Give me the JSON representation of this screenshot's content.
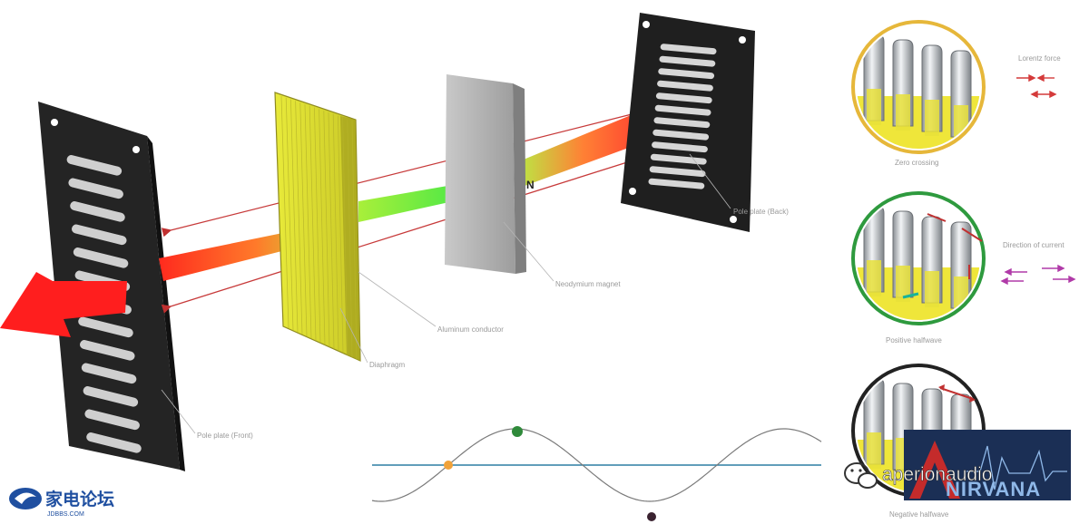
{
  "labels": {
    "pole_plate_front": "Pole plate (Front)",
    "diaphragm": "Diaphragm",
    "aluminum_conductor": "Aluminum conductor",
    "neodymium_magnet": "Neodymium magnet",
    "pole_plate_back": "Pole plate (Back)",
    "magnet_pole": "N"
  },
  "insets": [
    {
      "caption": "Zero crossing",
      "side_title": "Lorentz force"
    },
    {
      "caption": "Positive halfwave",
      "side_title": "Direction of current"
    },
    {
      "caption": "Negative halfwave",
      "side_title": ""
    }
  ],
  "watermarks": {
    "left_logo": "家电论坛",
    "left_url": "JDBBS.COM",
    "wechat_handle": "aperionaudio",
    "badge_text": "NIRVANA"
  },
  "colors": {
    "inset_zero_ring": "#e6b73a",
    "inset_positive_ring": "#2e9a3e",
    "inset_negative_ring": "#222222",
    "sine_wave": "#7a7a7a",
    "baseline": "#2d7fa4",
    "dot_orange": "#f0a23a",
    "dot_green": "#2f8a3a",
    "dot_dark": "#3a2230",
    "arrow_red": "#e02424",
    "field_green": "#37e33a"
  },
  "icons": [
    "wechat-icon",
    "aperion-logo-icon"
  ]
}
